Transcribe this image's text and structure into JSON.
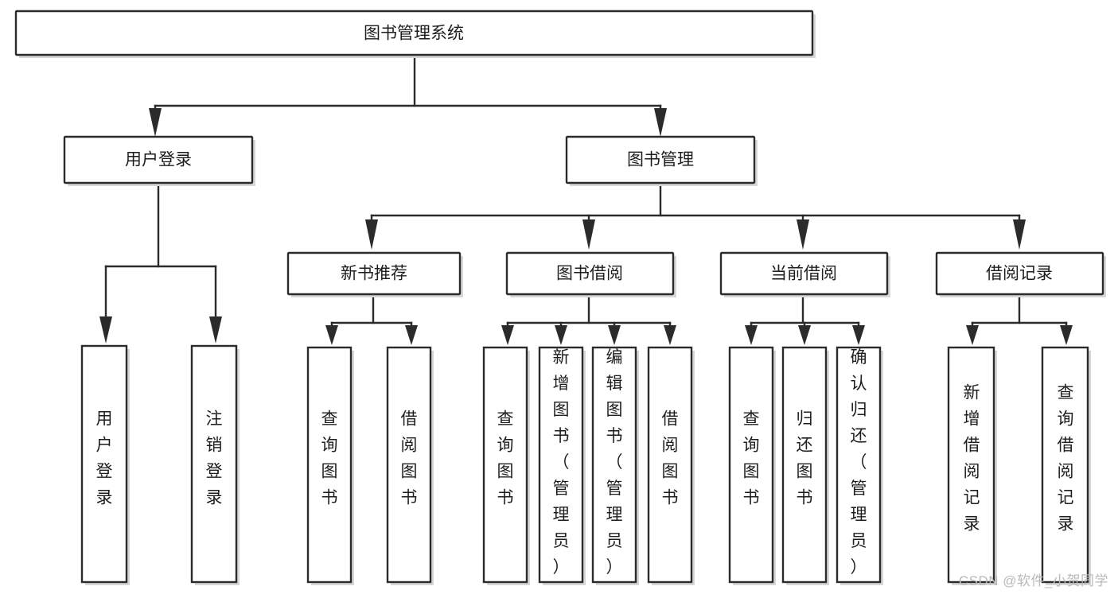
{
  "diagram": {
    "type": "tree-hierarchy",
    "title": "图书管理系统",
    "orientation": "top-down",
    "colors": {
      "box_fill": "#ffffff",
      "box_stroke": "#2b2b2b",
      "connector": "#2b2b2b",
      "text": "#1d1d1d",
      "watermark": "#b9b9b9",
      "background": "#ffffff"
    },
    "root": {
      "id": "root",
      "label": "图书管理系统",
      "orientation": "horizontal"
    },
    "level2": [
      {
        "id": "user-login",
        "label": "用户登录",
        "orientation": "horizontal"
      },
      {
        "id": "book-management",
        "label": "图书管理",
        "orientation": "horizontal"
      }
    ],
    "level3": [
      {
        "id": "new-book-recommend",
        "label": "新书推荐",
        "orientation": "horizontal",
        "parent": "book-management"
      },
      {
        "id": "book-borrow",
        "label": "图书借阅",
        "orientation": "horizontal",
        "parent": "book-management"
      },
      {
        "id": "current-borrow",
        "label": "当前借阅",
        "orientation": "horizontal",
        "parent": "book-management"
      },
      {
        "id": "borrow-record",
        "label": "借阅记录",
        "orientation": "horizontal",
        "parent": "book-management"
      }
    ],
    "leaves": [
      {
        "id": "leaf-user-login",
        "label": "用户登录",
        "orientation": "vertical",
        "parent": "user-login",
        "align": "middle"
      },
      {
        "id": "leaf-logout",
        "label": "注销登录",
        "orientation": "vertical",
        "parent": "user-login",
        "align": "middle"
      },
      {
        "id": "leaf-query-book-1",
        "label": "查询图书",
        "orientation": "vertical",
        "parent": "new-book-recommend",
        "align": "middle"
      },
      {
        "id": "leaf-borrow-book-1",
        "label": "借阅图书",
        "orientation": "vertical",
        "parent": "new-book-recommend",
        "align": "middle"
      },
      {
        "id": "leaf-query-book-2",
        "label": "查询图书",
        "orientation": "vertical",
        "parent": "book-borrow",
        "align": "middle"
      },
      {
        "id": "leaf-add-book",
        "label": "新增图书（管理员）",
        "orientation": "vertical",
        "parent": "book-borrow",
        "align": "top"
      },
      {
        "id": "leaf-edit-book",
        "label": "编辑图书（管理员）",
        "orientation": "vertical",
        "parent": "book-borrow",
        "align": "top"
      },
      {
        "id": "leaf-borrow-book-2",
        "label": "借阅图书",
        "orientation": "vertical",
        "parent": "book-borrow",
        "align": "middle"
      },
      {
        "id": "leaf-query-book-3",
        "label": "查询图书",
        "orientation": "vertical",
        "parent": "current-borrow",
        "align": "middle"
      },
      {
        "id": "leaf-return-book",
        "label": "归还图书",
        "orientation": "vertical",
        "parent": "current-borrow",
        "align": "middle"
      },
      {
        "id": "leaf-confirm-return",
        "label": "确认归还（管理员）",
        "orientation": "vertical",
        "parent": "current-borrow",
        "align": "top"
      },
      {
        "id": "leaf-add-record",
        "label": "新增借阅记录",
        "orientation": "vertical",
        "parent": "borrow-record",
        "align": "middle"
      },
      {
        "id": "leaf-query-record",
        "label": "查询借阅记录",
        "orientation": "vertical",
        "parent": "borrow-record",
        "align": "middle"
      }
    ],
    "watermark": "CSDN @软件_小贺同学"
  }
}
